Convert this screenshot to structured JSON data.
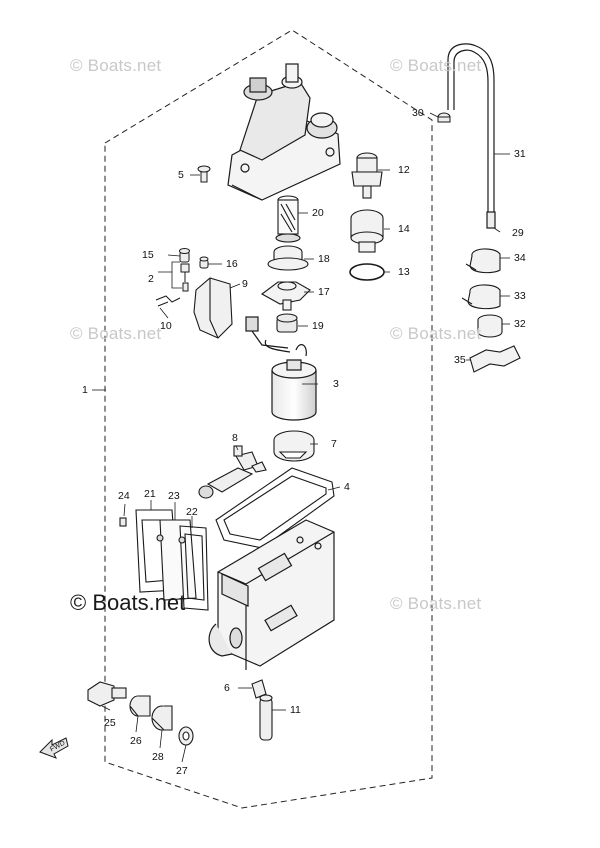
{
  "watermarks": {
    "faint": "© Boats.net",
    "main": "© Boats.net"
  },
  "direction_label": "FWD",
  "part_numbers": [
    "1",
    "2",
    "3",
    "4",
    "5",
    "6",
    "7",
    "8",
    "9",
    "10",
    "11",
    "12",
    "13",
    "14",
    "15",
    "16",
    "17",
    "18",
    "19",
    "20",
    "21",
    "22",
    "23",
    "24",
    "25",
    "26",
    "27",
    "28",
    "29",
    "30",
    "31",
    "32",
    "33",
    "34",
    "35"
  ],
  "colors": {
    "line": "#1a1a1a",
    "watermark": "#c8c8c8",
    "fill": "#f2f2f2"
  }
}
